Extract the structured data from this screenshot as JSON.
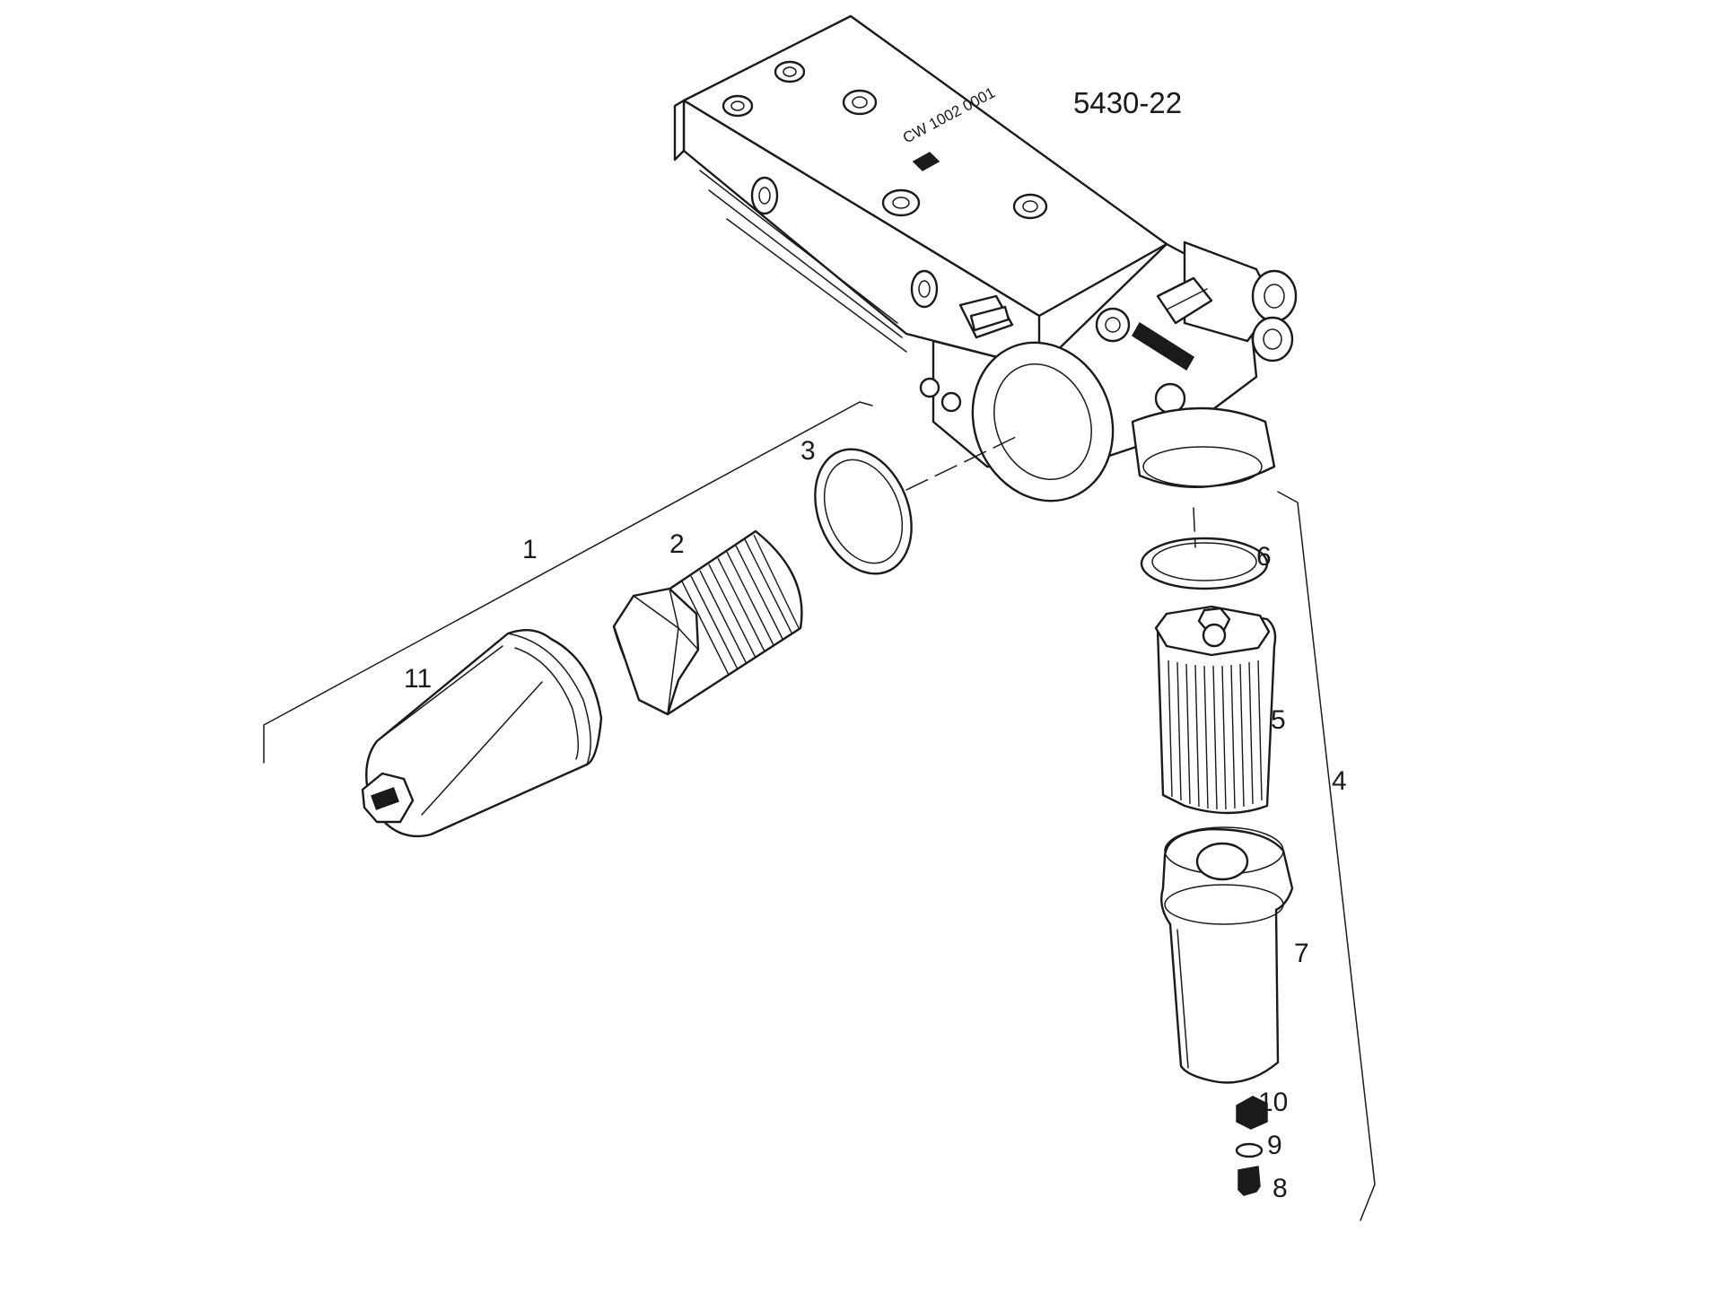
{
  "figure_ref": "5430-22",
  "housing_stamp": "CW 1002 0001",
  "callouts": {
    "c1": "1",
    "c2": "2",
    "c3": "3",
    "c4": "4",
    "c5": "5",
    "c6": "6",
    "c7": "7",
    "c8": "8",
    "c9": "9",
    "c10": "10",
    "c11": "11"
  },
  "colors": {
    "ink": "#1a1a1a",
    "paper": "#ffffff"
  },
  "parts": [
    "filter-housing",
    "filter-bowl",
    "filter-element",
    "o-ring",
    "filter-assembly",
    "filter-element",
    "o-ring",
    "filter-bowl",
    "screw",
    "washer",
    "plug",
    "filter-assembly-bowl"
  ]
}
